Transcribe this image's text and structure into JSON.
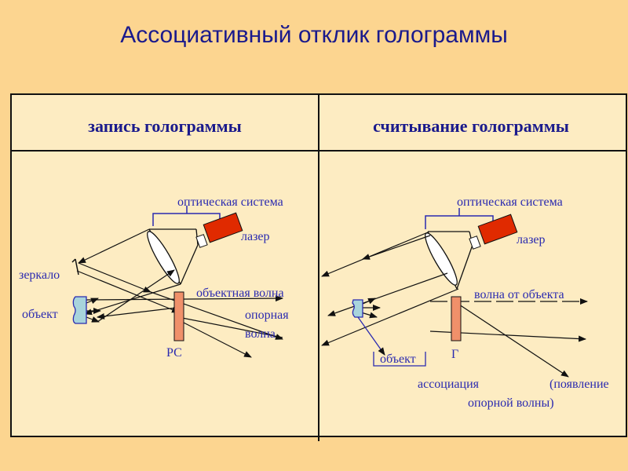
{
  "title": "Ассоциативный отклик голограммы",
  "left": {
    "header": "запись голограммы",
    "labels": {
      "optical_system": "оптическая система",
      "laser": "лазер",
      "mirror": "зеркало",
      "object": "объект",
      "object_wave": "объектная волна",
      "reference_wave_1": "опорная",
      "reference_wave_2": "волна",
      "plate": "РС"
    }
  },
  "right": {
    "header": "считывание голограммы",
    "labels": {
      "optical_system": "оптическая система",
      "laser": "лазер",
      "wave_from_object": "волна от объекта",
      "object": "объект",
      "hologram": "Г",
      "association": "ассоциация",
      "appearance_1": "(появление",
      "appearance_2": "опорной волны)"
    }
  },
  "colors": {
    "background": "#fcd590",
    "panel": "#fdecc2",
    "laser": "#e02a00",
    "plate": "#f0906a",
    "object": "#a8d4dc",
    "text": "#2a2ab0",
    "line": "#111111"
  }
}
